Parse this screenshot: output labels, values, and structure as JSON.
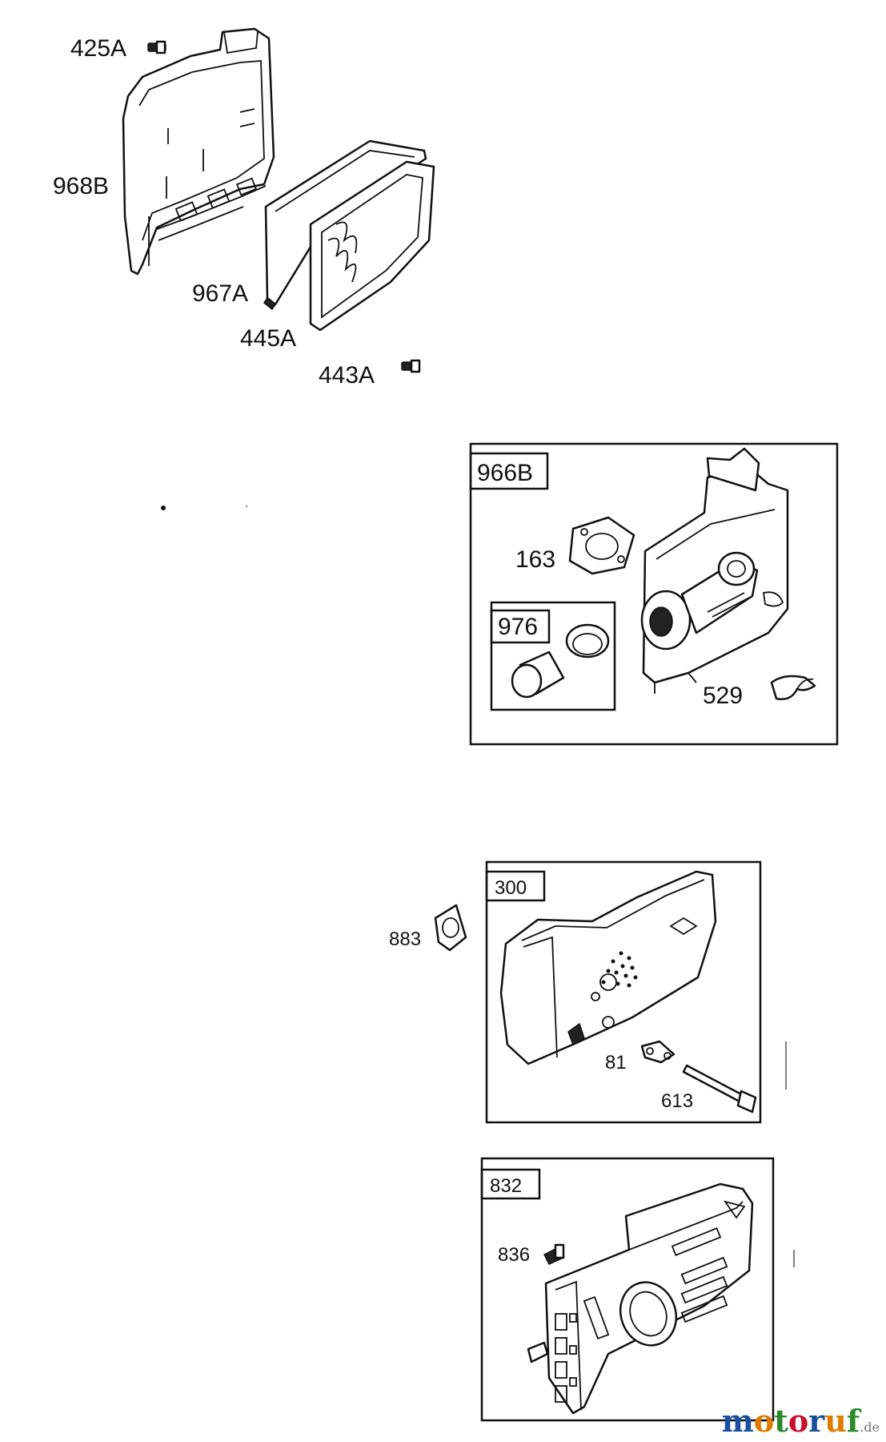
{
  "callouts": {
    "c425A": "425A",
    "c968B": "968B",
    "c967A": "967A",
    "c445A": "445A",
    "c443A": "443A",
    "c966B": "966B",
    "c163": "163",
    "c976": "976",
    "c529": "529",
    "c300": "300",
    "c883": "883",
    "c81": "81",
    "c613": "613",
    "c832": "832",
    "c836": "836"
  },
  "watermark": {
    "m": "m",
    "o1": "o",
    "t": "t",
    "o2": "o",
    "r": "r",
    "u": "u",
    "f": "f",
    "suffix": ".de",
    "colors": [
      "#1a4fa0",
      "#e07b00",
      "#2a8a2a",
      "#c8102e",
      "#1a4fa0",
      "#e07b00",
      "#2a8a2a"
    ]
  }
}
